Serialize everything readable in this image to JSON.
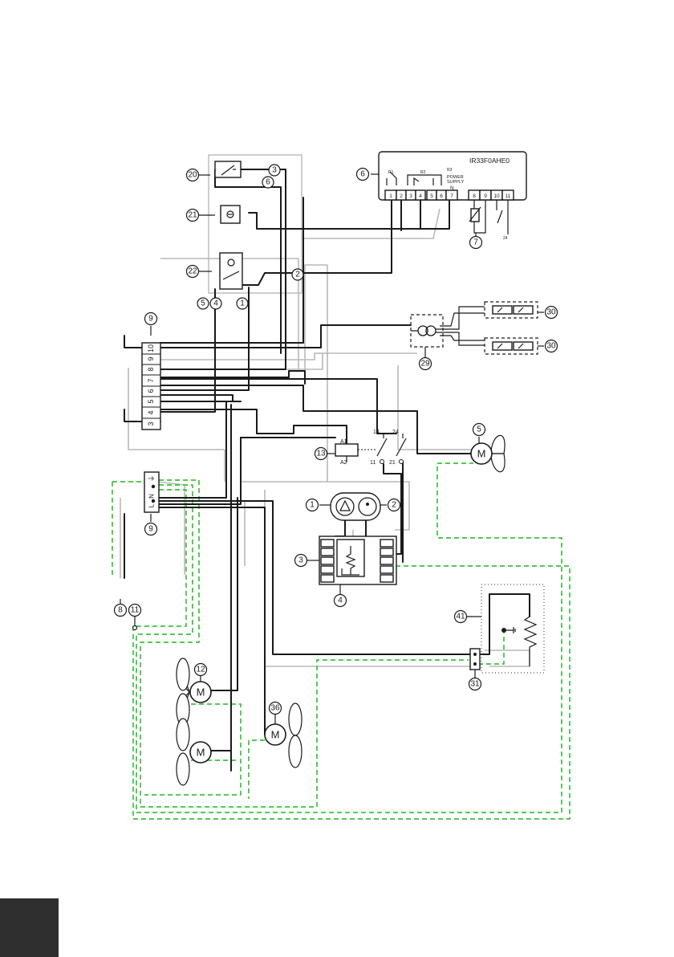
{
  "controller": {
    "model": "IR33F0AHE0",
    "relay_labels": [
      "R1",
      "R2",
      "R3"
    ],
    "power_supply": [
      "POWER",
      "SUPPLY"
    ],
    "neutral": "N",
    "terminals": [
      "1",
      "2",
      "3",
      "4",
      "5",
      "6",
      "7",
      "8",
      "9",
      "10",
      "11"
    ],
    "probe_terminal_label": "24"
  },
  "terminal_strip": {
    "terminals": [
      "10",
      "9",
      "8",
      "7",
      "6",
      "5",
      "4",
      "3"
    ]
  },
  "mains_block": {
    "labels": [
      "L",
      "N",
      "⏚"
    ]
  },
  "contactor": {
    "coil": [
      "A1",
      "A2"
    ],
    "contacts": [
      "14",
      "24",
      "11",
      "21"
    ]
  },
  "callouts": [
    {
      "id": "c20",
      "text": "20"
    },
    {
      "id": "c21",
      "text": "21"
    },
    {
      "id": "c22",
      "text": "22"
    },
    {
      "id": "c3a",
      "text": "3"
    },
    {
      "id": "c6a",
      "text": "6"
    },
    {
      "id": "c2a",
      "text": "2"
    },
    {
      "id": "c5a",
      "text": "5"
    },
    {
      "id": "c4a",
      "text": "4"
    },
    {
      "id": "c1a",
      "text": "1"
    },
    {
      "id": "c6",
      "text": "6"
    },
    {
      "id": "c7",
      "text": "7"
    },
    {
      "id": "c9a",
      "text": "9"
    },
    {
      "id": "c30a",
      "text": "30"
    },
    {
      "id": "c30b",
      "text": "30"
    },
    {
      "id": "c29",
      "text": "29"
    },
    {
      "id": "c5",
      "text": "5"
    },
    {
      "id": "c13",
      "text": "13"
    },
    {
      "id": "c9b",
      "text": "9"
    },
    {
      "id": "c1",
      "text": "1"
    },
    {
      "id": "c2",
      "text": "2"
    },
    {
      "id": "c3",
      "text": "3"
    },
    {
      "id": "c4",
      "text": "4"
    },
    {
      "id": "c8",
      "text": "8"
    },
    {
      "id": "c11",
      "text": "11"
    },
    {
      "id": "c41",
      "text": "41"
    },
    {
      "id": "c31",
      "text": "31"
    },
    {
      "id": "c12",
      "text": "12"
    },
    {
      "id": "c36",
      "text": "36"
    }
  ],
  "motor_label": "M",
  "colors": {
    "wire_black": "#1a1a1a",
    "wire_grey": "#b9b9b9",
    "wire_earth": "#3cc23c",
    "corner_block": "#2f2f2f"
  }
}
